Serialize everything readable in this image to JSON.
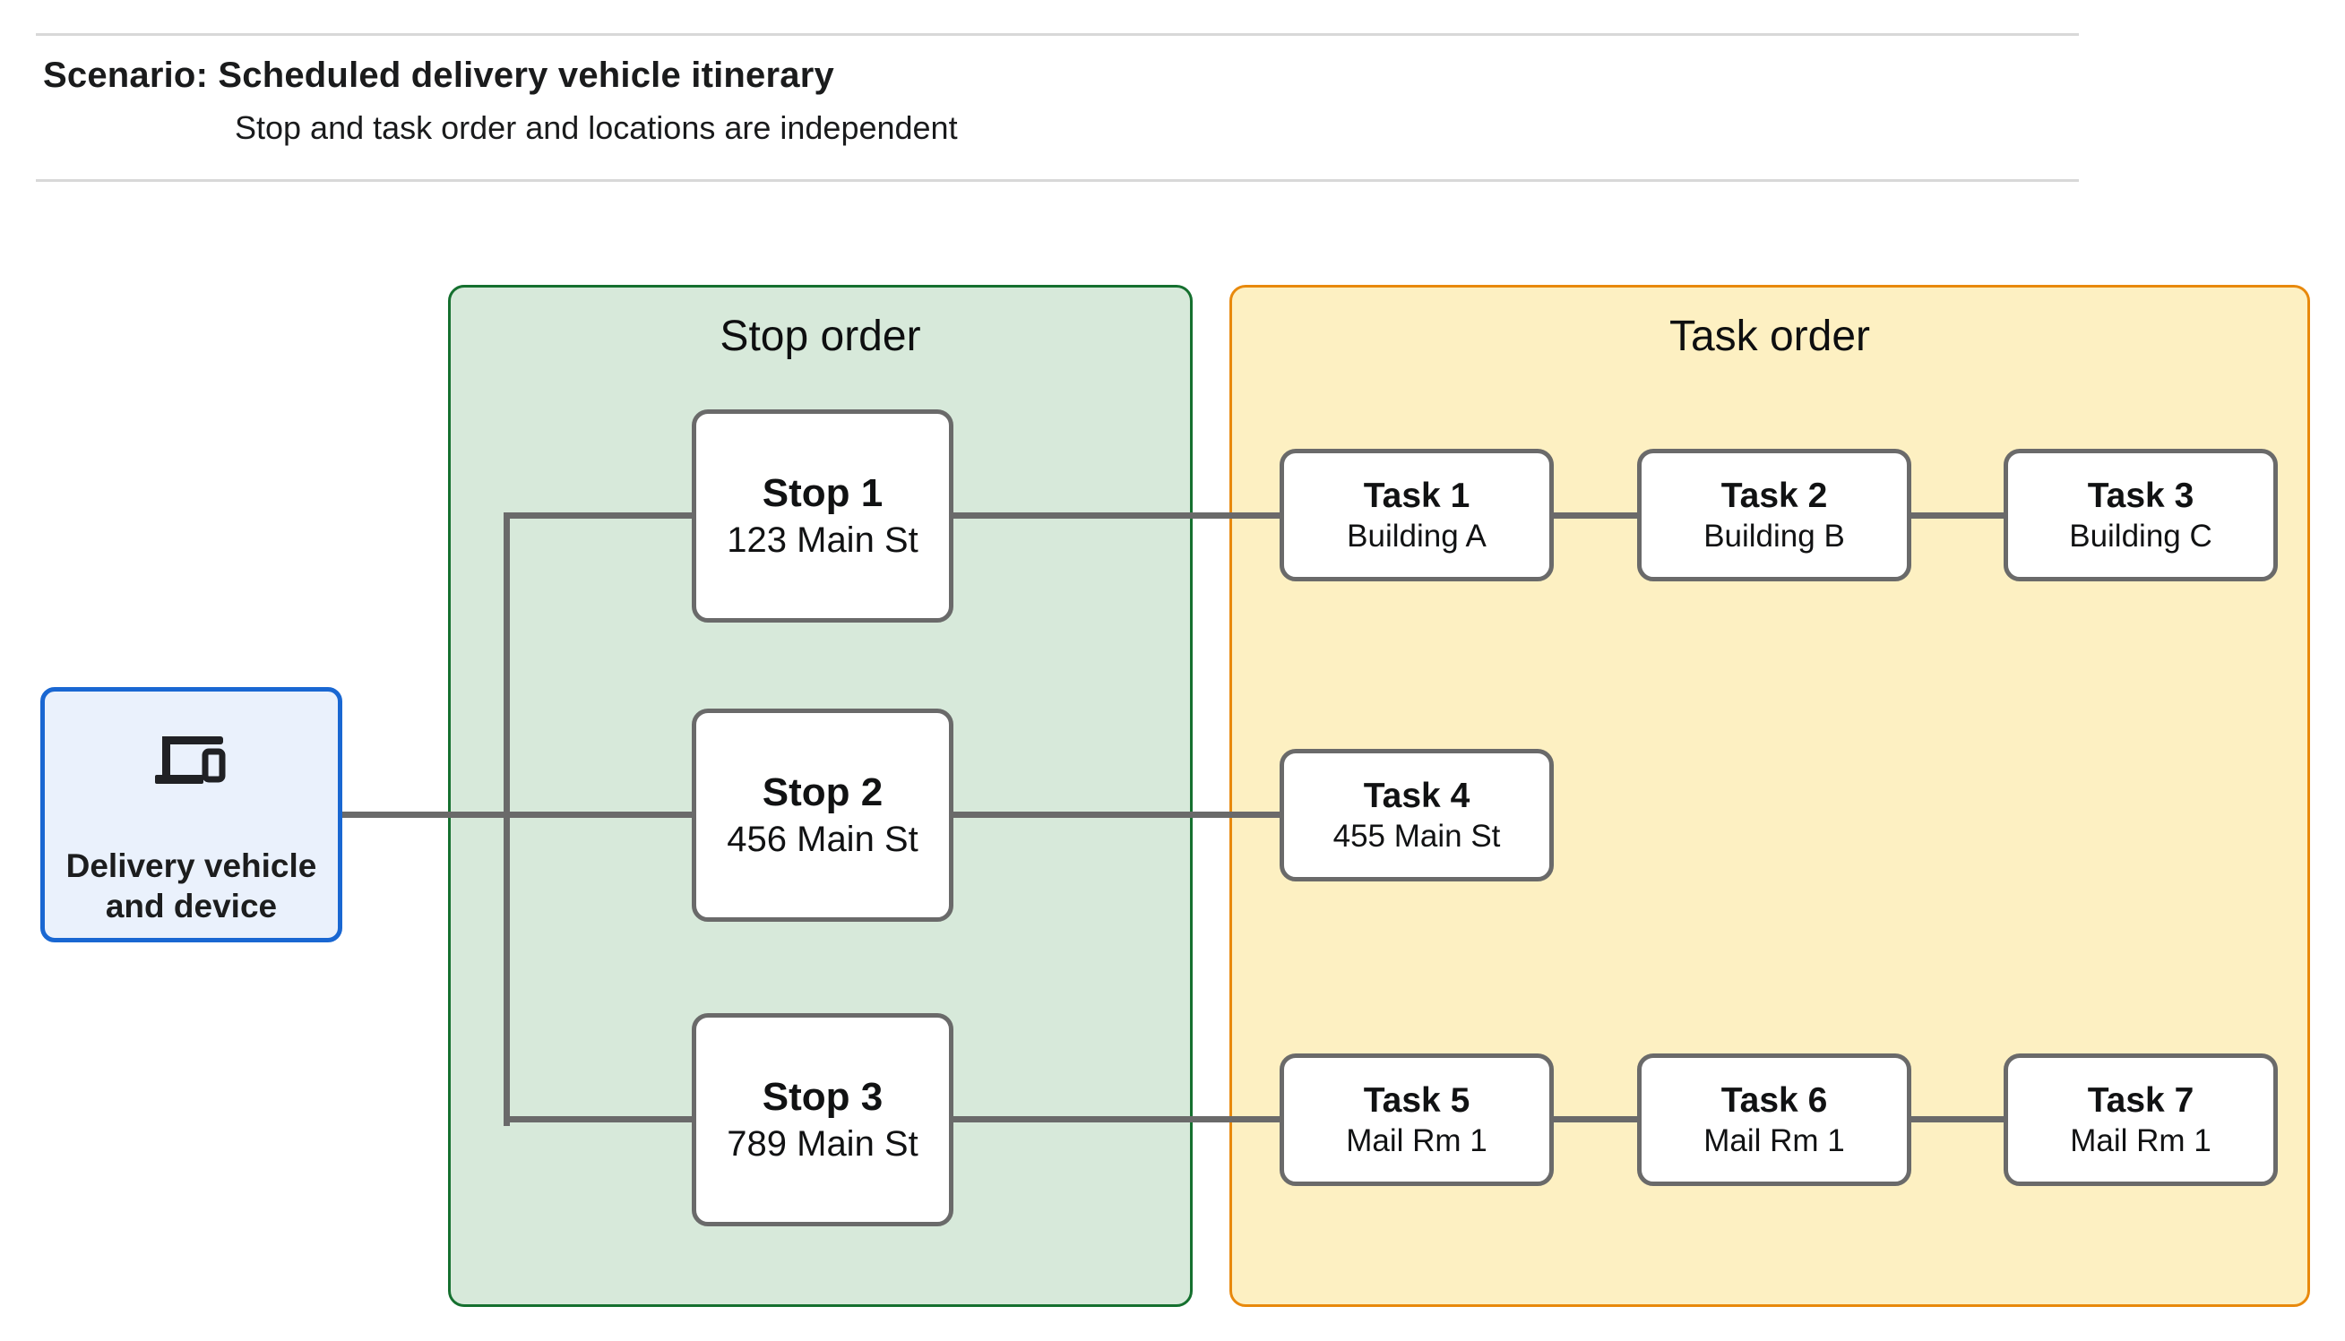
{
  "header": {
    "title": "Scenario: Scheduled delivery vehicle itinerary",
    "subtitle": "Stop and task order and locations are independent"
  },
  "vehicle": {
    "icon": "devices-icon",
    "label_lines": [
      "Delivery vehicle",
      "and device"
    ]
  },
  "stop_group": {
    "title": "Stop order",
    "stops": [
      {
        "label": "Stop 1",
        "sublabel": "123 Main St"
      },
      {
        "label": "Stop 2",
        "sublabel": "456 Main St"
      },
      {
        "label": "Stop 3",
        "sublabel": "789 Main St"
      }
    ]
  },
  "task_group": {
    "title": "Task order",
    "tasks": [
      {
        "label": "Task 1",
        "sublabel": "Building A"
      },
      {
        "label": "Task 2",
        "sublabel": "Building B"
      },
      {
        "label": "Task 3",
        "sublabel": "Building C"
      },
      {
        "label": "Task 4",
        "sublabel": "455 Main St"
      },
      {
        "label": "Task 5",
        "sublabel": "Mail Rm 1"
      },
      {
        "label": "Task 6",
        "sublabel": "Mail Rm 1"
      },
      {
        "label": "Task 7",
        "sublabel": "Mail Rm 1"
      }
    ]
  },
  "edges": [
    {
      "from": "Delivery vehicle and device",
      "to": "Stop 1"
    },
    {
      "from": "Delivery vehicle and device",
      "to": "Stop 2"
    },
    {
      "from": "Delivery vehicle and device",
      "to": "Stop 3"
    },
    {
      "from": "Stop 1",
      "to": "Task 1"
    },
    {
      "from": "Task 1",
      "to": "Task 2"
    },
    {
      "from": "Task 2",
      "to": "Task 3"
    },
    {
      "from": "Stop 2",
      "to": "Task 4"
    },
    {
      "from": "Stop 3",
      "to": "Task 5"
    },
    {
      "from": "Task 5",
      "to": "Task 6"
    },
    {
      "from": "Task 6",
      "to": "Task 7"
    }
  ],
  "colors": {
    "stop_group_fill": "#d7e9da",
    "stop_group_border": "#15702f",
    "task_group_fill": "#fdf0c2",
    "task_group_border": "#e8890c",
    "vehicle_fill": "#eaf1fc",
    "vehicle_border": "#1967d2",
    "node_border": "#6a6a6a",
    "connector": "#6a6a6a"
  }
}
